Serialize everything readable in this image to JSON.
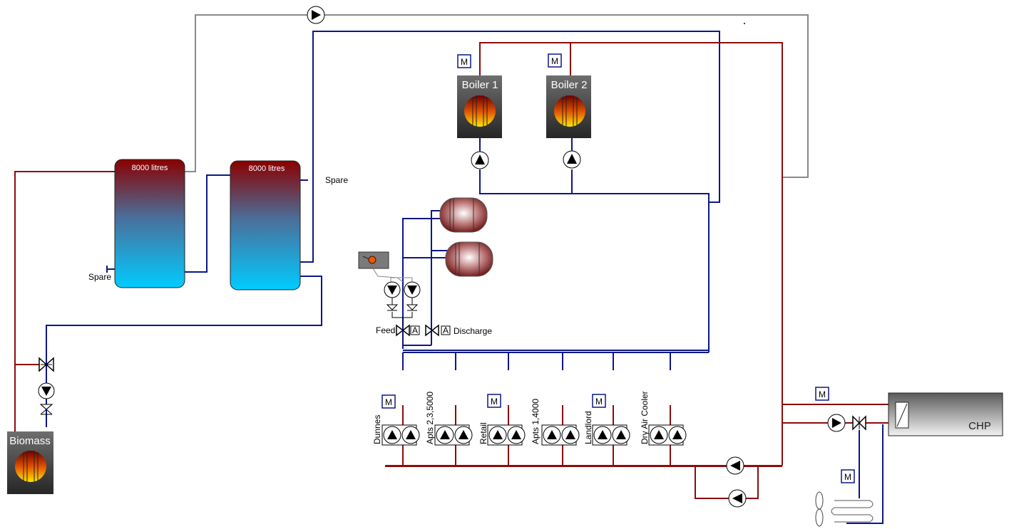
{
  "tanks": [
    {
      "label": "8000 litres"
    },
    {
      "label": "8000 litres"
    }
  ],
  "spare_labels": [
    "Spare",
    "Spare"
  ],
  "boilers": [
    {
      "label": "Boiler 1"
    },
    {
      "label": "Boiler 2"
    }
  ],
  "biomass": {
    "label": "Biomass"
  },
  "chp": {
    "label": "CHP"
  },
  "valves": {
    "feed": "Feed",
    "discharge": "Discharge",
    "actuator": "A"
  },
  "motor_label": "M",
  "circuits": [
    "Dunnes",
    "Apts 2,3,5000",
    "Retail",
    "Apts 1,4000",
    "Landlord",
    "Dry Air Cooler"
  ],
  "colors": {
    "flow_pipe": "#8b0c0c",
    "return_pipe": "#0c1786",
    "bypass_pipe": "#8a8a8a",
    "unit_body": "#555555",
    "tank_top": "#8b0000",
    "tank_bottom": "#00ccff"
  }
}
